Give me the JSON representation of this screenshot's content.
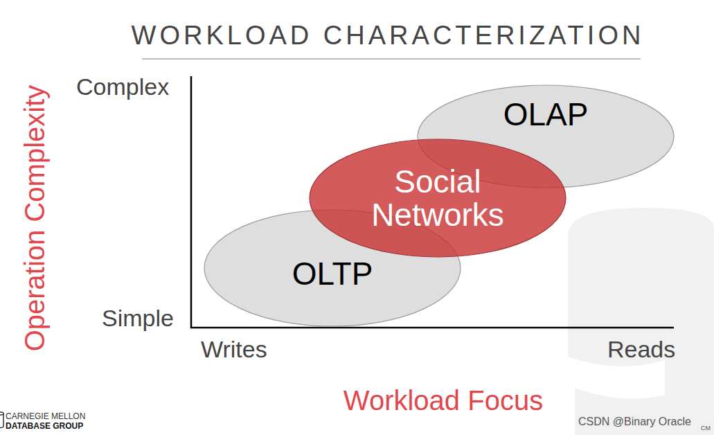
{
  "diagram": {
    "title": "WORKLOAD CHARACTERIZATION",
    "nodes": [
      {
        "text": [
          "OLAP"
        ]
      },
      {
        "text": [
          "Social Networks"
        ]
      },
      {
        "text": [
          "OLTP"
        ]
      }
    ],
    "labels": [
      "Operation Complexity",
      "Complex",
      "Simple",
      "Writes",
      "Reads",
      "Workload Focus",
      "CARNEGIE MELLON",
      "DATABASE GROUP",
      "CSDN @Binary Oracle",
      "CM"
    ]
  }
}
